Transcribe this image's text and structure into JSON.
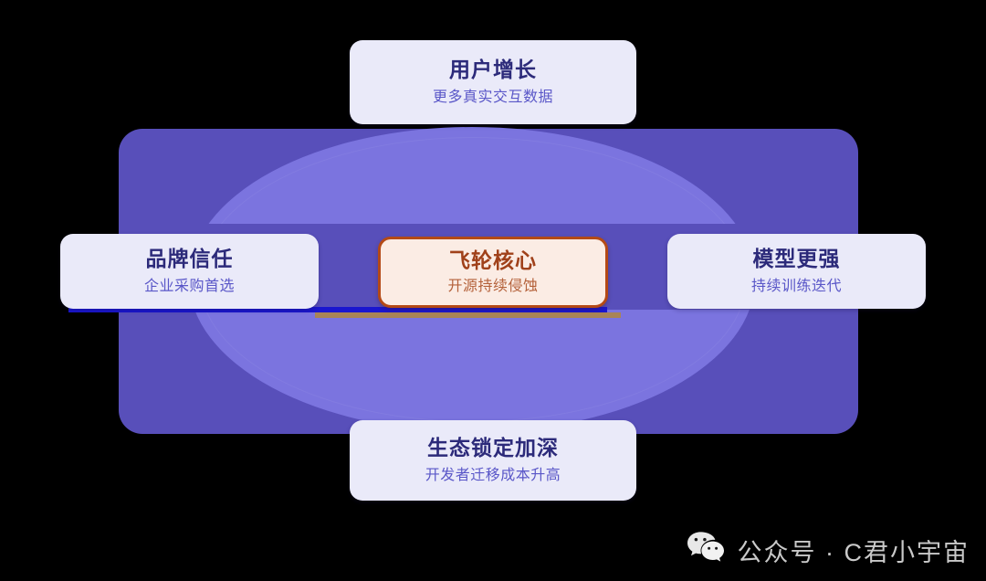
{
  "diagram": {
    "background_color": "#000000",
    "ring": {
      "outer_color": "#584fba",
      "inner_color": "#7b74df",
      "band_color": "#584fba",
      "accent_line_blue": "#1a16cf",
      "accent_line_tan": "#a98456"
    },
    "nodes": [
      {
        "id": "user-growth",
        "position": "top",
        "title": "用户增长",
        "subtitle": "更多真实交互数据",
        "bg_color": "#eaeaf9",
        "title_color": "#2c2a7a",
        "subtitle_color": "#5a57c8"
      },
      {
        "id": "brand-trust",
        "position": "left",
        "title": "品牌信任",
        "subtitle": "企业采购首选",
        "bg_color": "#eaeaf9",
        "title_color": "#2c2a7a",
        "subtitle_color": "#5a57c8"
      },
      {
        "id": "flywheel-core",
        "position": "center",
        "title": "飞轮核心",
        "subtitle": "开源持续侵蚀",
        "bg_color": "#fbece4",
        "border_color": "#b44a16",
        "title_color": "#a0411a",
        "subtitle_color": "#b4613a"
      },
      {
        "id": "stronger-model",
        "position": "right",
        "title": "模型更强",
        "subtitle": "持续训练迭代",
        "bg_color": "#eaeaf9",
        "title_color": "#2c2a7a",
        "subtitle_color": "#5a57c8"
      },
      {
        "id": "ecosystem-lockin",
        "position": "bottom",
        "title": "生态锁定加深",
        "subtitle": "开发者迁移成本升高",
        "bg_color": "#eaeaf9",
        "title_color": "#2c2a7a",
        "subtitle_color": "#5a57c8"
      }
    ]
  },
  "watermark": {
    "icon": "wechat-icon",
    "text": "公众号 · C君小宇宙",
    "color": "#c9c9c9"
  }
}
